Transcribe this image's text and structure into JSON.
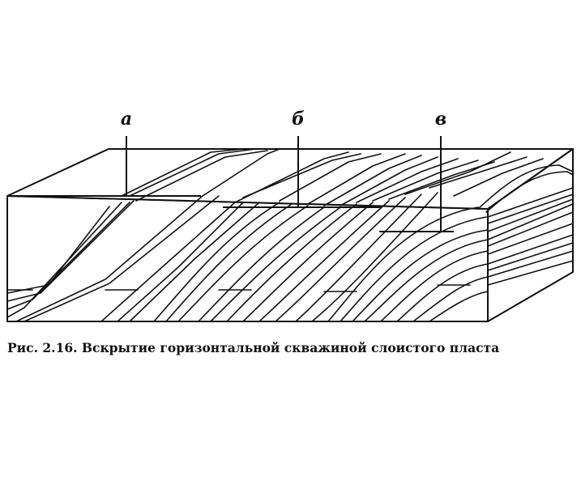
{
  "figure": {
    "labels": {
      "a": "а",
      "b": "б",
      "v": "в"
    },
    "caption": "Рис. 2.16. Вскрытие горизонтальной скважиной слоистого пласта"
  }
}
